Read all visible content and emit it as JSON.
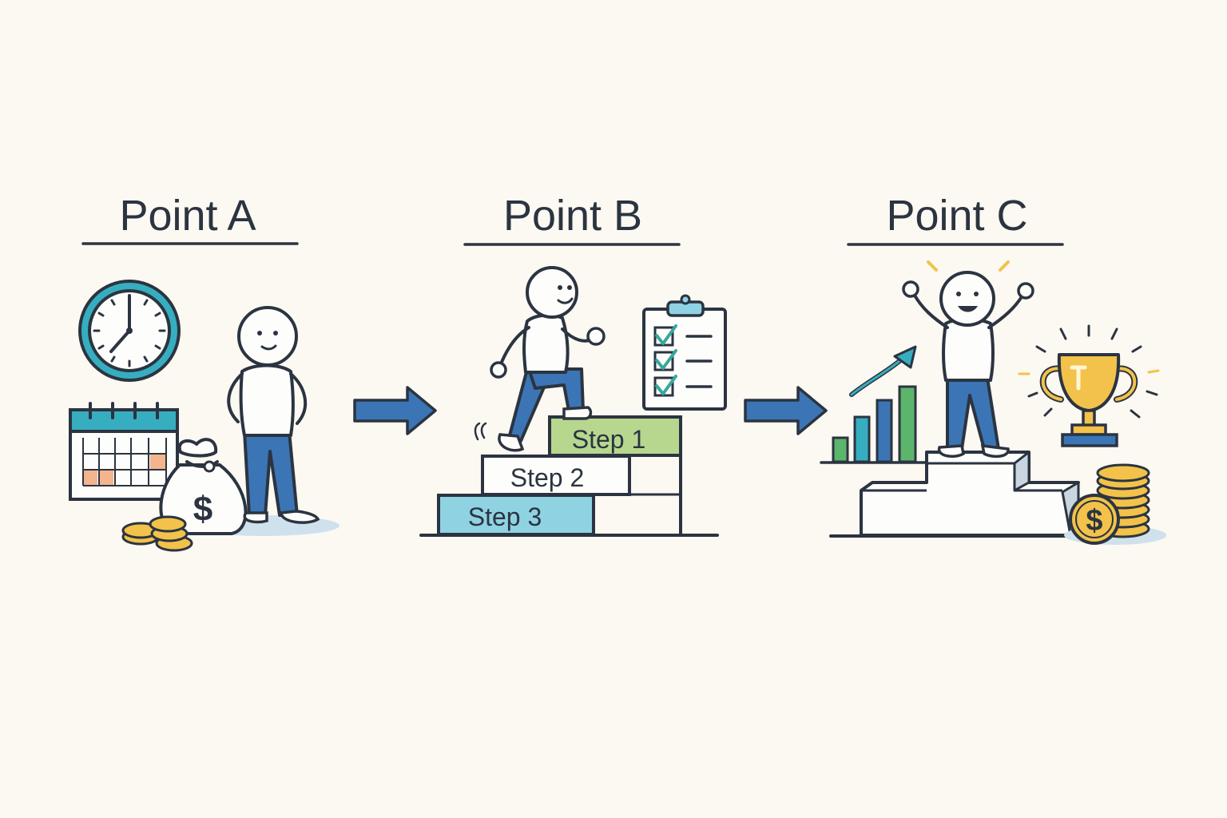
{
  "stages": [
    {
      "title": "Point A"
    },
    {
      "title": "Point B",
      "steps": [
        "Step 1",
        "Step 2",
        "Step 3"
      ]
    },
    {
      "title": "Point C"
    }
  ],
  "symbols": {
    "dollar": "$"
  },
  "colors": {
    "ink": "#2b3440",
    "background": "#fcf8f2",
    "arrow_blue": "#3b75b5",
    "pants_blue": "#3b75b5",
    "teal": "#36aec0",
    "step1_green": "#b7d78e",
    "step3_cyan": "#8fd3e3",
    "checkbox_teal": "#36a89a",
    "gold": "#f2c24a",
    "calendar_orange": "#f4b48e",
    "bar_green": "#5bb56a",
    "bar_blue": "#3b75b5",
    "shadow": "#cfe1ec"
  },
  "icons": [
    "clock-icon",
    "calendar-icon",
    "money-bag-icon",
    "coins-icon",
    "checklist-icon",
    "growth-chart-icon",
    "trophy-icon",
    "arrow-right-icon"
  ]
}
